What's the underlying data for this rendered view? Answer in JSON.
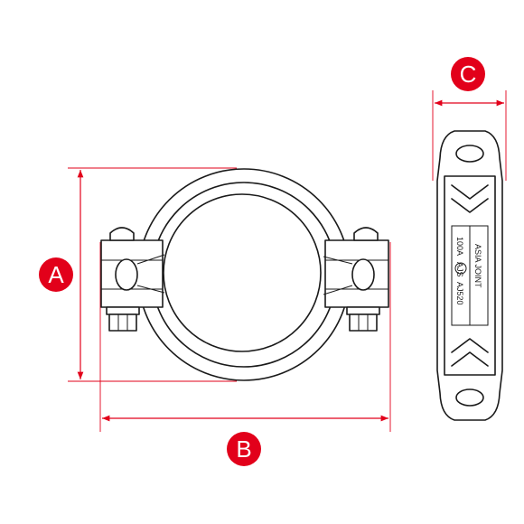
{
  "colors": {
    "accent": "#e2001a",
    "line": "#1a1a1a",
    "background": "#ffffff"
  },
  "badges": {
    "a": "A",
    "b": "B",
    "c": "C"
  },
  "side_view": {
    "stamp_left": "100A",
    "stamp_mid": "AJS",
    "stamp_model": "AJ520",
    "stamp_brand": "ASIA JOINT"
  }
}
